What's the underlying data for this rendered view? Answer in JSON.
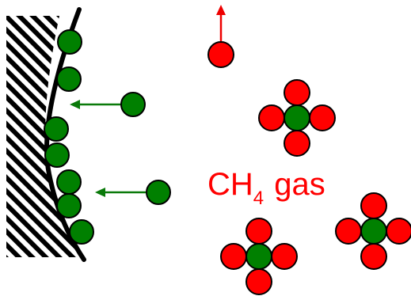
{
  "label": {
    "main": "CH",
    "subscript": "4",
    "suffix": " gas"
  },
  "colors": {
    "methane_text": "#ff0000",
    "hydrogen": "#ff0000",
    "carbon": "#008000",
    "arrow_green": "#0a7a0a",
    "arrow_red": "#ee0000",
    "wall": "#000000"
  }
}
